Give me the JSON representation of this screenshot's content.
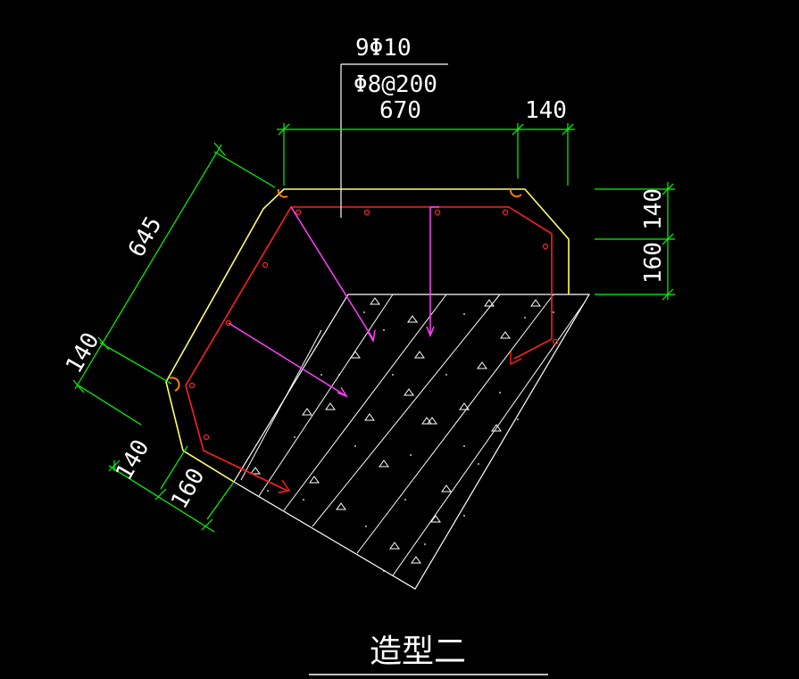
{
  "title": "造型二",
  "rebar_labels": {
    "longitudinal": "9Φ10",
    "stirrup": "Φ8@200"
  },
  "dimensions": {
    "top_length": "670",
    "top_right": "140",
    "right_top": "140",
    "right_bottom": "160",
    "left_long": "645",
    "left_short": "140",
    "bottom_left_a": "140",
    "bottom_left_b": "160"
  },
  "colors": {
    "background": "#000000",
    "dimension": "#00ff00",
    "outline": "#ffff66",
    "stirrup": "#ff2020",
    "leader": "#ff40ff",
    "text": "#ffffff",
    "hatch": "#ffffff",
    "bend": "#ff8000"
  }
}
